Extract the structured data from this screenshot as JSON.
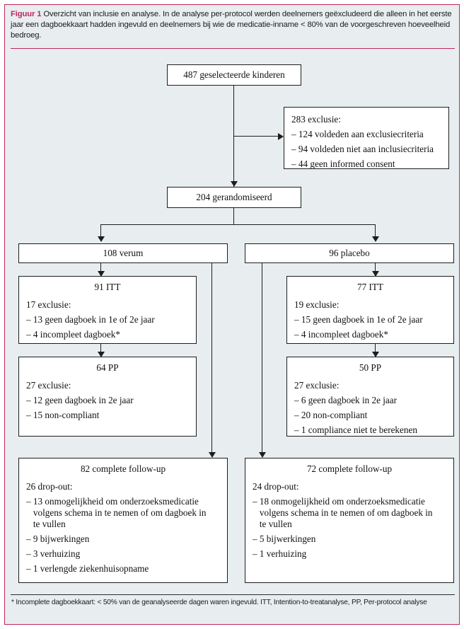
{
  "figure": {
    "label": "Figuur 1",
    "caption": "Overzicht van inclusie en analyse. In de analyse per-protocol werden deelnemers geëxcludeerd die alleen in het eerste jaar een dagboekkaart hadden ingevuld en deelnemers bij wie de medicatie-inname < 80% van de voorgeschreven hoeveelheid bedroeg."
  },
  "footnote": "* Incomplete dagboekkaart: < 50% van de geanalyseerde dagen waren ingevuld. ITT, Intention-to-treatanalyse, PP, Per-protocol analyse",
  "colors": {
    "accent": "#c2255c",
    "panel_background": "#e8eef0",
    "box_background": "#ffffff",
    "line": "#1d1d1d"
  },
  "nodes": {
    "screened": {
      "header": "487 geselecteerde kinderen",
      "lines": []
    },
    "excluded": {
      "header": "283 exclusie:",
      "lines": [
        "– 124 voldeden aan exclusiecriteria",
        "– 94 voldeden niet aan inclusiecriteria",
        "– 44 geen informed consent"
      ]
    },
    "randomised": {
      "header": "204 gerandomiseerd",
      "lines": []
    },
    "verum_group": {
      "header": "108 verum",
      "lines": []
    },
    "placebo_group": {
      "header": "96 placebo",
      "lines": []
    },
    "verum_itt": {
      "header": "91 ITT",
      "subheader": "17 exclusie:",
      "lines": [
        "– 13 geen dagboek in 1e of 2e jaar",
        "– 4 incompleet dagboek*"
      ]
    },
    "placebo_itt": {
      "header": "77 ITT",
      "subheader": "19 exclusie:",
      "lines": [
        "– 15 geen dagboek in 1e of 2e jaar",
        "– 4 incompleet dagboek*"
      ]
    },
    "verum_pp": {
      "header": "64 PP",
      "subheader": "27 exclusie:",
      "lines": [
        "– 12 geen dagboek in 2e jaar",
        "– 15 non-compliant"
      ]
    },
    "placebo_pp": {
      "header": "50 PP",
      "subheader": "27 exclusie:",
      "lines": [
        "– 6 geen dagboek in 2e jaar",
        "– 20 non-compliant",
        "– 1 compliance niet te berekenen"
      ]
    },
    "verum_followup": {
      "header": "82 complete follow-up",
      "subheader": "26 drop-out:",
      "lines": [
        "– 13 onmogelijkheid om onderzoeksmedicatie\n   volgens schema in te nemen of om dagboek in\n   te vullen",
        "– 9 bijwerkingen",
        "– 3 verhuizing",
        "– 1 verlengde ziekenhuisopname"
      ]
    },
    "placebo_followup": {
      "header": "72 complete follow-up",
      "subheader": "24 drop-out:",
      "lines": [
        "– 18 onmogelijkheid om onderzoeksmedicatie\n   volgens schema in te nemen of om dagboek in\n   te vullen",
        "– 5 bijwerkingen",
        "– 1 verhuizing"
      ]
    }
  }
}
